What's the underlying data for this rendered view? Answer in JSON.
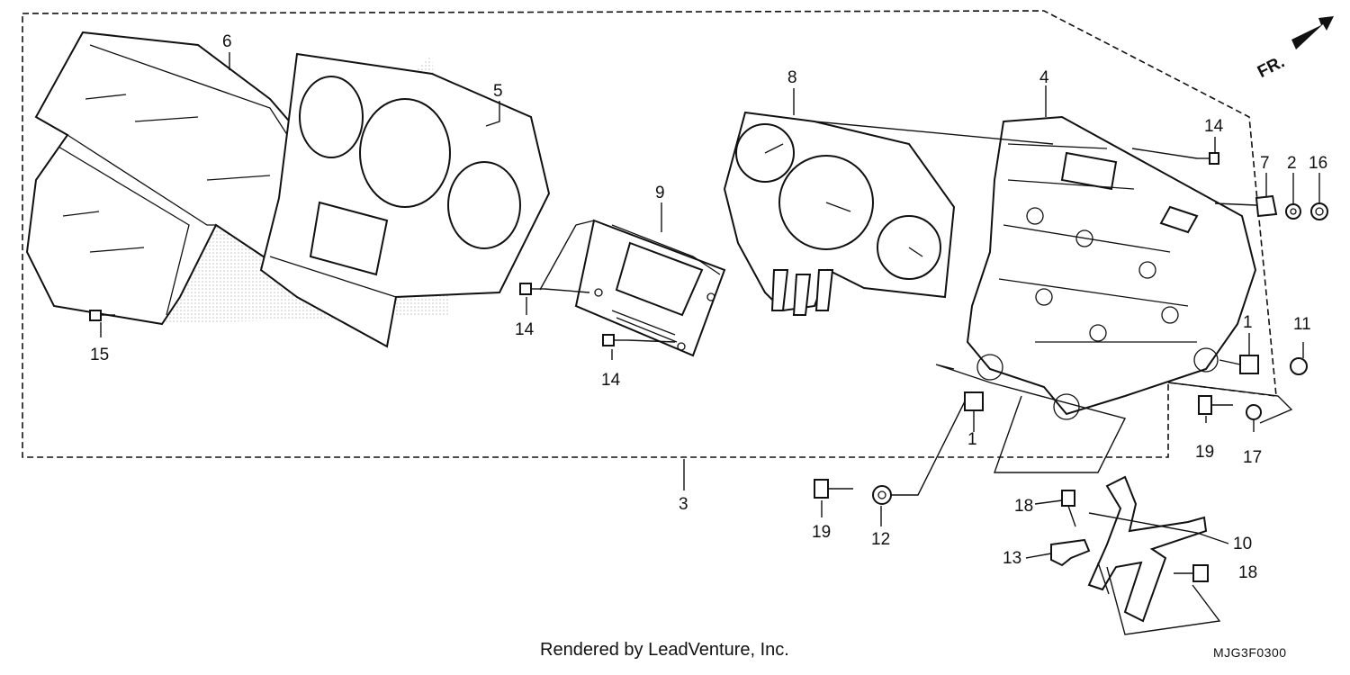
{
  "diagram": {
    "direction_label": "FR.",
    "callouts": {
      "c1a": "1",
      "c1b": "1",
      "c2": "2",
      "c3": "3",
      "c4": "4",
      "c5": "5",
      "c6": "6",
      "c7": "7",
      "c8": "8",
      "c9": "9",
      "c10": "10",
      "c11": "11",
      "c12": "12",
      "c13": "13",
      "c14a": "14",
      "c14b": "14",
      "c14c": "14",
      "c15": "15",
      "c16": "16",
      "c17": "17",
      "c18a": "18",
      "c18b": "18",
      "c19a": "19",
      "c19b": "19"
    }
  },
  "footer": {
    "credit": "Rendered by LeadVenture, Inc.",
    "code": "MJG3F0300"
  }
}
